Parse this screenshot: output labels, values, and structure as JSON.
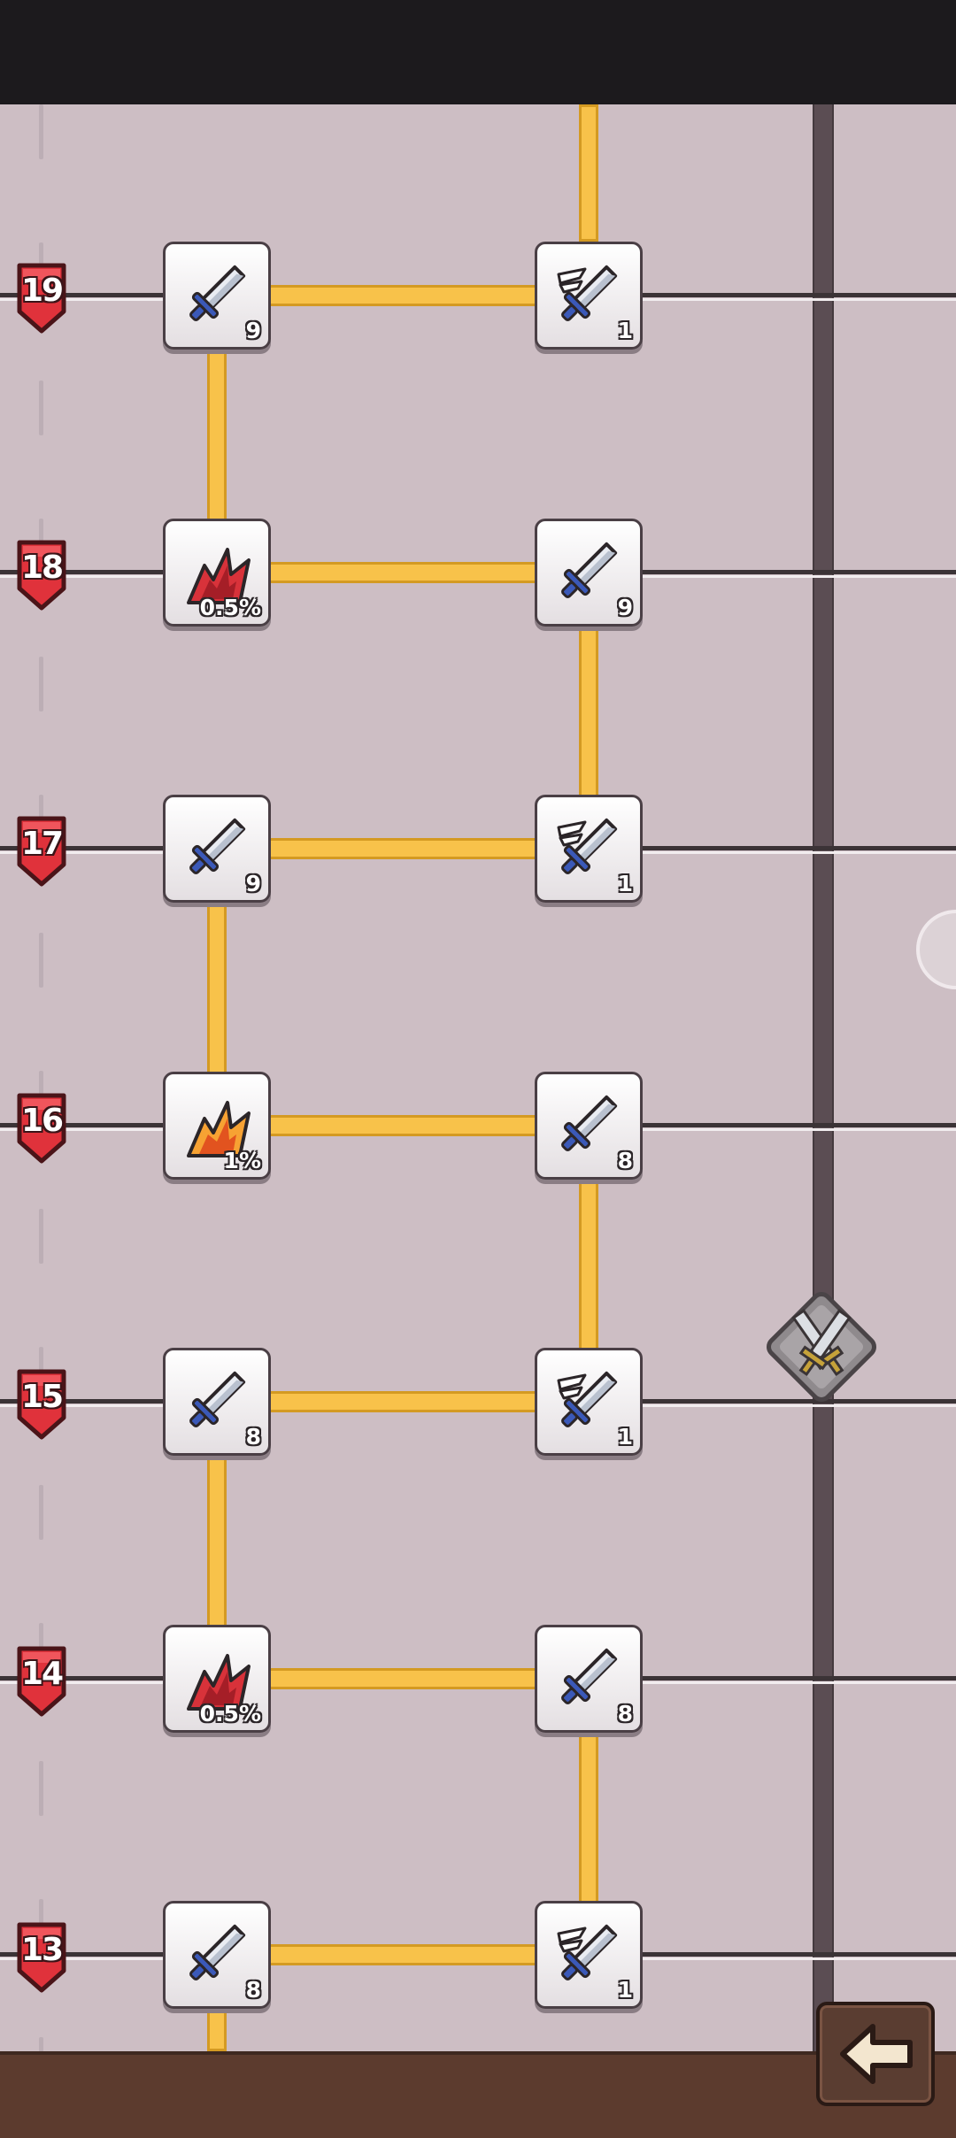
{
  "levels": [
    {
      "level": "19",
      "left": {
        "icon": "sword-icon",
        "value": "9"
      },
      "right": {
        "icon": "winged-sword-icon",
        "value": "1"
      }
    },
    {
      "level": "18",
      "left": {
        "icon": "red-burst-icon",
        "value": "0.5%"
      },
      "right": {
        "icon": "sword-icon",
        "value": "9"
      }
    },
    {
      "level": "17",
      "left": {
        "icon": "sword-icon",
        "value": "9"
      },
      "right": {
        "icon": "winged-sword-icon",
        "value": "1"
      }
    },
    {
      "level": "16",
      "left": {
        "icon": "fire-burst-icon",
        "value": "1%"
      },
      "right": {
        "icon": "sword-icon",
        "value": "8"
      }
    },
    {
      "level": "15",
      "left": {
        "icon": "sword-icon",
        "value": "8"
      },
      "right": {
        "icon": "winged-sword-icon",
        "value": "1"
      }
    },
    {
      "level": "14",
      "left": {
        "icon": "red-burst-icon",
        "value": "0.5%"
      },
      "right": {
        "icon": "sword-icon",
        "value": "8"
      }
    },
    {
      "level": "13",
      "left": {
        "icon": "sword-icon",
        "value": "8"
      },
      "right": {
        "icon": "winged-sword-icon",
        "value": "1"
      }
    }
  ],
  "milestone": {
    "icon": "crossed-swords-icon",
    "level": "15"
  },
  "back_button": {
    "icon": "back-arrow-icon"
  },
  "colors": {
    "path": "#f8c24a",
    "path_border": "#d49a22",
    "badge": "#e0323b",
    "board": "#cdbec4",
    "bottom_bar": "#5c3b2e"
  }
}
